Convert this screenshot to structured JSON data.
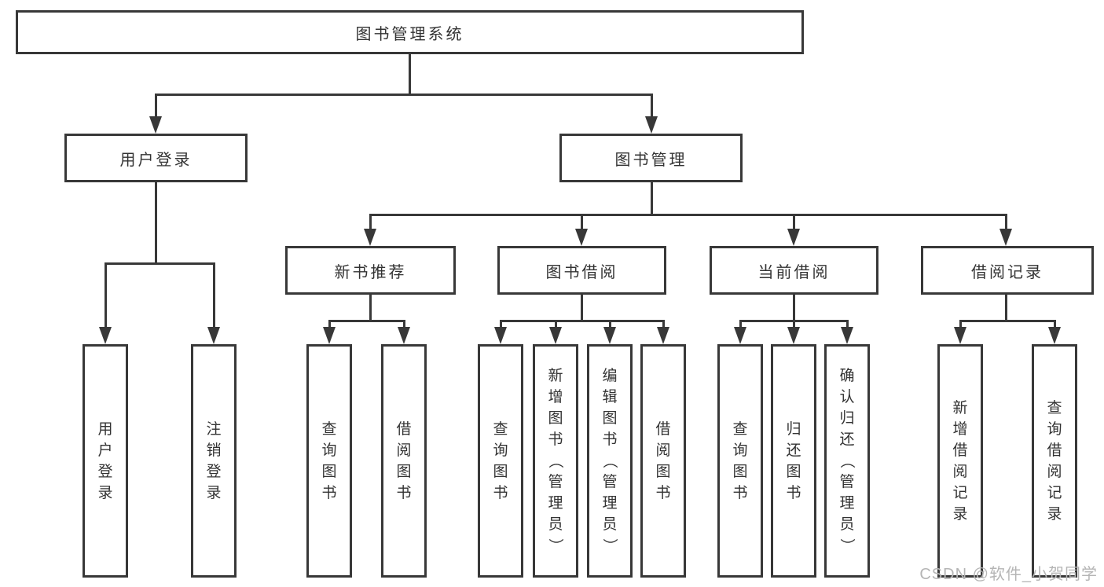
{
  "nodes": {
    "root": "图书管理系统",
    "user_login": "用户登录",
    "book_mgmt": "图书管理",
    "new_book_rec": "新书推荐",
    "book_borrow": "图书借阅",
    "current_borrow": "当前借阅",
    "borrow_records": "借阅记录",
    "ul_login": "用户登录",
    "ul_logout": "注销登录",
    "nr_query": "查询图书",
    "nr_borrow": "借阅图书",
    "bb_query": "查询图书",
    "bb_add": "新增图书（管理员）",
    "bb_edit": "编辑图书（管理员）",
    "bb_borrow": "借阅图书",
    "cb_query": "查询图书",
    "cb_return": "归还图书",
    "cb_confirm": "确认归还（管理员）",
    "br_add": "新增借阅记录",
    "br_query": "查询借阅记录"
  },
  "watermark": "CSDN @软件_小贺同学",
  "colors": {
    "line": "#383838",
    "text": "#333333",
    "watermark": "#b5b5b5",
    "background": "#ffffff"
  }
}
